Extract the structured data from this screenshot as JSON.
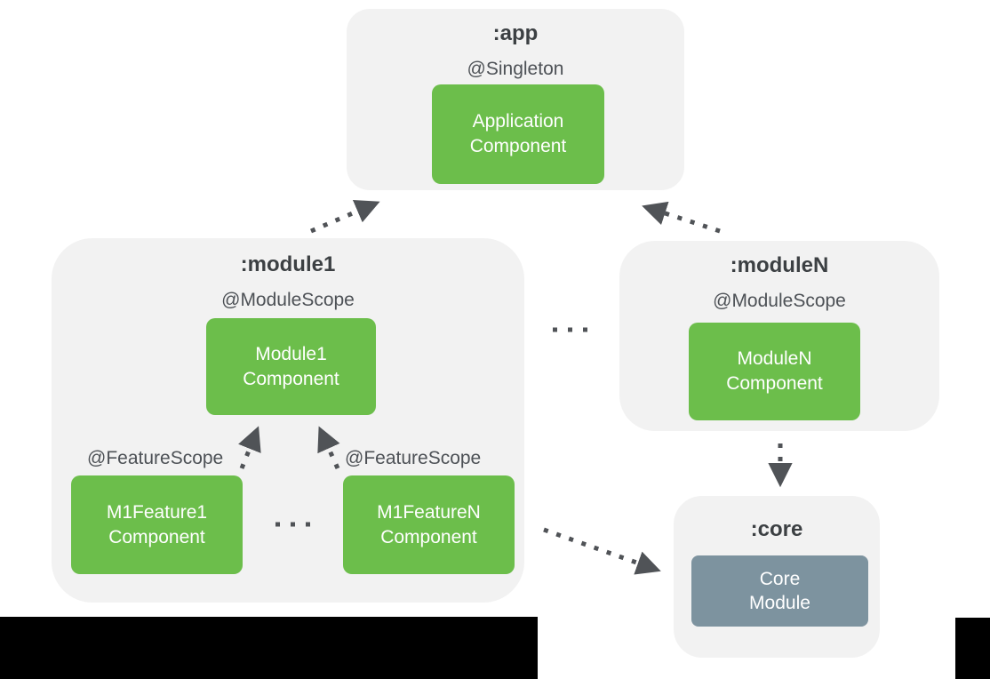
{
  "colors": {
    "component_green": "#6CBE4B",
    "core_module_gray": "#7D939F",
    "group_bg": "#F2F2F2",
    "arrow": "#505357",
    "title_text": "#3C4043",
    "label_text": "#4D5156",
    "letterbox": "#000000"
  },
  "app_group": {
    "title": ":app",
    "scope_label": "@Singleton",
    "component": {
      "line1": "Application",
      "line2": "Component"
    }
  },
  "module1_group": {
    "title": ":module1",
    "scope_label": "@ModuleScope",
    "component": {
      "line1": "Module1",
      "line2": "Component"
    },
    "feature1": {
      "scope_label": "@FeatureScope",
      "component": {
        "line1": "M1Feature1",
        "line2": "Component"
      }
    },
    "featureN": {
      "scope_label": "@FeatureScope",
      "component": {
        "line1": "M1FeatureN",
        "line2": "Component"
      }
    }
  },
  "moduleN_group": {
    "title": ":moduleN",
    "scope_label": "@ModuleScope",
    "component": {
      "line1": "ModuleN",
      "line2": "Component"
    }
  },
  "core_group": {
    "title": ":core",
    "component": {
      "line1": "Core",
      "line2": "Module"
    }
  }
}
